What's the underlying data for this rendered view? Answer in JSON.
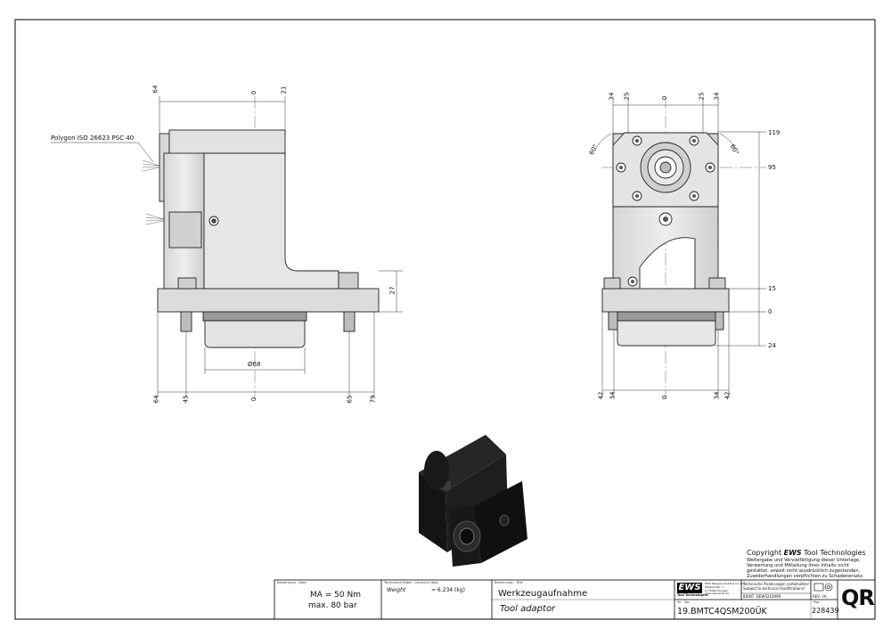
{
  "drawing": {
    "polygon_label": "Polygon ISO 26623 PSC 40",
    "side_view": {
      "top_dims": [
        "64",
        "0",
        "21"
      ],
      "bottom_dims": [
        "64",
        "45",
        "0",
        "65",
        "79"
      ],
      "height_dim": "27",
      "diameter_dim": "Ø68"
    },
    "front_view": {
      "top_dims": [
        "34",
        "25",
        "0",
        "25",
        "34"
      ],
      "right_dims": [
        "119",
        "95",
        "15",
        "0",
        "24"
      ],
      "bottom_dims": [
        "42",
        "34",
        "0",
        "34",
        "42"
      ],
      "angle_left": "60°",
      "angle_right": "60°"
    }
  },
  "copyright": {
    "title_prefix": "Copyright",
    "brand": "EWS",
    "title_suffix": "Tool Technologies",
    "lines": [
      "Weitergabe und Vervielfältigung dieser Unterlage,",
      "Verwertung und Mitteilung ihres Inhalts nicht",
      "gestattet, soweit nicht ausdrücklich zugestanden.",
      "Zuwiderhandlungen verpflichten zu Schadenersatz."
    ]
  },
  "title_block": {
    "remark_label": "Bemerkung - Note",
    "remark_line1": "MA = 50 Nm",
    "remark_line2": "max. 80 bar",
    "tech_label": "Technische Daten - technical data",
    "weight_label": "Weight",
    "weight_value": "≈ 6.234 (kg)",
    "name_label": "Benennung - Title",
    "name_de": "Werkzeugaufnahme",
    "name_en": "Tool adaptor",
    "logo_text": "EWS",
    "logo_sub": "Tool Technologies",
    "company_lines": [
      "EWS Weigele GmbH & Co. KG",
      "Maybachstr. 1",
      "D-73066 Uhingen",
      "www.ews-tools.de"
    ],
    "changes_line1": "Technische Änderungen vorbehalten!",
    "changes_line2": "Subject to technical modifications!",
    "ident_label": "IDENT",
    "ident_value": "DEWS243999",
    "rev_label": "REV.",
    "rev_value": "-/A",
    "no_label": "Nr. - No.",
    "part_number": "19.BMTC4QSM200ÜK",
    "pos_label": "Pos.",
    "pos_value": "228439",
    "qr_text": "QR"
  }
}
